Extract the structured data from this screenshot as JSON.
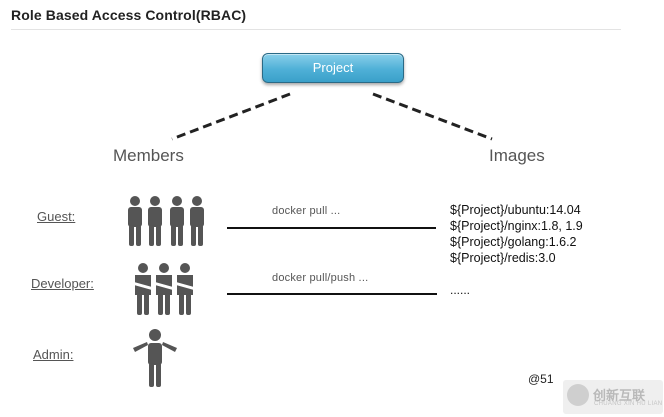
{
  "title": "Role Based Access Control(RBAC)",
  "project_label": "Project",
  "members_heading": "Members",
  "images_heading": "Images",
  "roles": [
    {
      "name": "Guest:",
      "people": 4,
      "command": "docker pull ..."
    },
    {
      "name": "Developer:",
      "people": 3,
      "command": "docker pull/push ..."
    },
    {
      "name": "Admin:",
      "people": 1
    }
  ],
  "images": [
    "${Project}/ubuntu:14.04",
    "${Project}/nginx:1.8,  1.9",
    "${Project}/golang:1.6.2",
    "${Project}/redis:3.0"
  ],
  "images_more": "......",
  "watermark": {
    "text": "@51",
    "brand": "创新互联",
    "brand_sub": "CHUANG XIN HU LIAN",
    "icon": "chuangxin-logo-icon"
  },
  "colors": {
    "project_fill": "#4fb0d7",
    "person_fill": "#555555"
  }
}
